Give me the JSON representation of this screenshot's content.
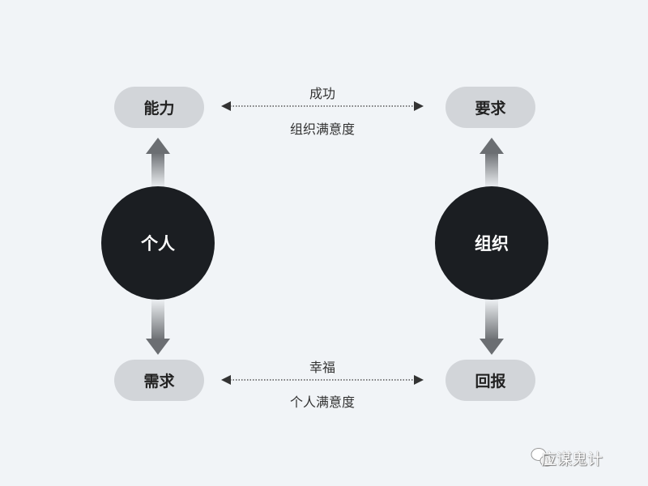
{
  "nodes": {
    "ability": "能力",
    "requirement": "要求",
    "need": "需求",
    "reward": "回报",
    "individual": "个人",
    "organization": "组织"
  },
  "links": {
    "top_upper": "成功",
    "top_lower": "组织满意度",
    "bottom_upper": "幸福",
    "bottom_lower": "个人满意度"
  },
  "watermark": "应谋鬼计",
  "colors": {
    "background": "#f1f4f7",
    "pill": "#d2d5d9",
    "circle": "#1b1e22"
  }
}
